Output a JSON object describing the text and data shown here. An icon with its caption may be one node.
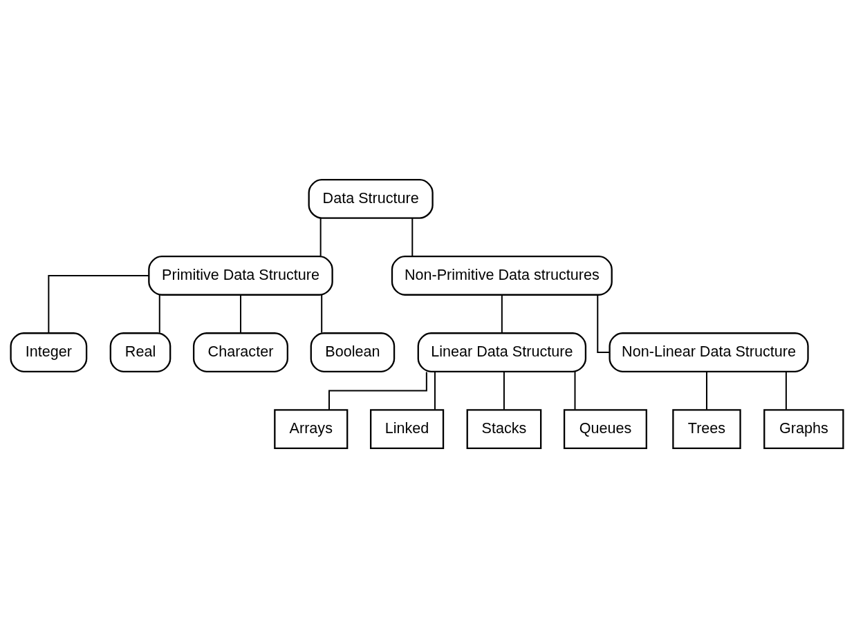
{
  "diagram": {
    "nodes": [
      {
        "text": [
          "Data Structure"
        ]
      },
      {
        "text": [
          "Primitive Data Structure"
        ]
      },
      {
        "text": [
          "Non-Primitive Data structures"
        ]
      },
      {
        "text": [
          "Integer"
        ]
      },
      {
        "text": [
          "Real"
        ]
      },
      {
        "text": [
          "Character"
        ]
      },
      {
        "text": [
          "Boolean"
        ]
      },
      {
        "text": [
          "Linear Data Structure"
        ]
      },
      {
        "text": [
          "Non-Linear Data Structure"
        ]
      },
      {
        "text": [
          "Arrays"
        ]
      },
      {
        "text": [
          "Linked"
        ]
      },
      {
        "text": [
          "Stacks"
        ]
      },
      {
        "text": [
          "Queues"
        ]
      },
      {
        "text": [
          "Trees"
        ]
      },
      {
        "text": [
          "Graphs"
        ]
      }
    ],
    "edges": [
      {
        "from": 0,
        "to": 1,
        "arrow": "none"
      },
      {
        "from": 0,
        "to": 2,
        "arrow": "none"
      },
      {
        "from": 1,
        "to": 3,
        "arrow": "none"
      },
      {
        "from": 1,
        "to": 4,
        "arrow": "none"
      },
      {
        "from": 1,
        "to": 5,
        "arrow": "none"
      },
      {
        "from": 1,
        "to": 6,
        "arrow": "none"
      },
      {
        "from": 2,
        "to": 7,
        "arrow": "none"
      },
      {
        "from": 2,
        "to": 8,
        "arrow": "none"
      },
      {
        "from": 7,
        "to": 9,
        "arrow": "none"
      },
      {
        "from": 7,
        "to": 10,
        "arrow": "none"
      },
      {
        "from": 7,
        "to": 11,
        "arrow": "none"
      },
      {
        "from": 7,
        "to": 12,
        "arrow": "none"
      },
      {
        "from": 8,
        "to": 13,
        "arrow": "none"
      },
      {
        "from": 8,
        "to": 14,
        "arrow": "none"
      }
    ]
  }
}
